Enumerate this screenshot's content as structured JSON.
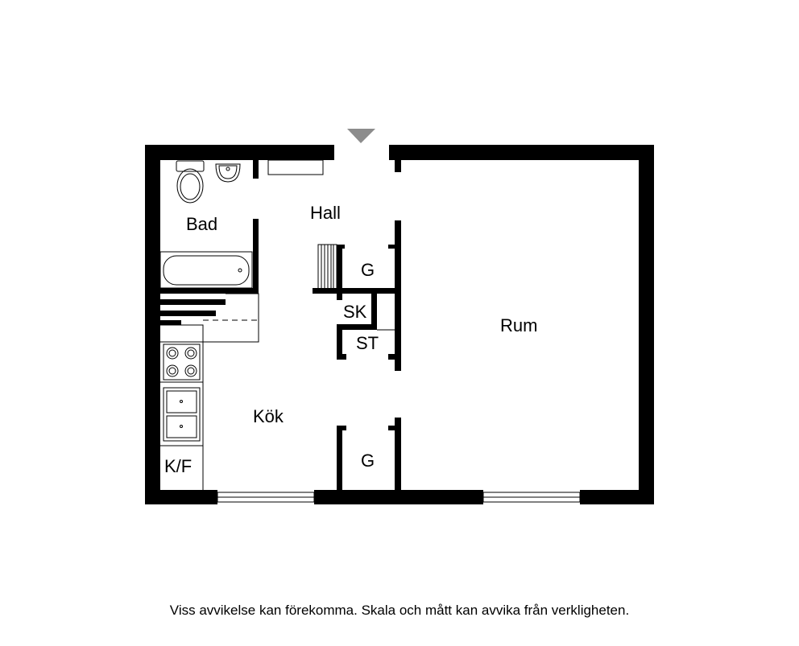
{
  "rooms": {
    "bad": "Bad",
    "hall": "Hall",
    "rum": "Rum",
    "kok": "Kök",
    "g1": "G",
    "g2": "G",
    "sk": "SK",
    "st": "ST",
    "kf": "K/F"
  },
  "disclaimer": "Viss avvikelse kan förekomma. Skala och mått kan avvika från verkligheten."
}
